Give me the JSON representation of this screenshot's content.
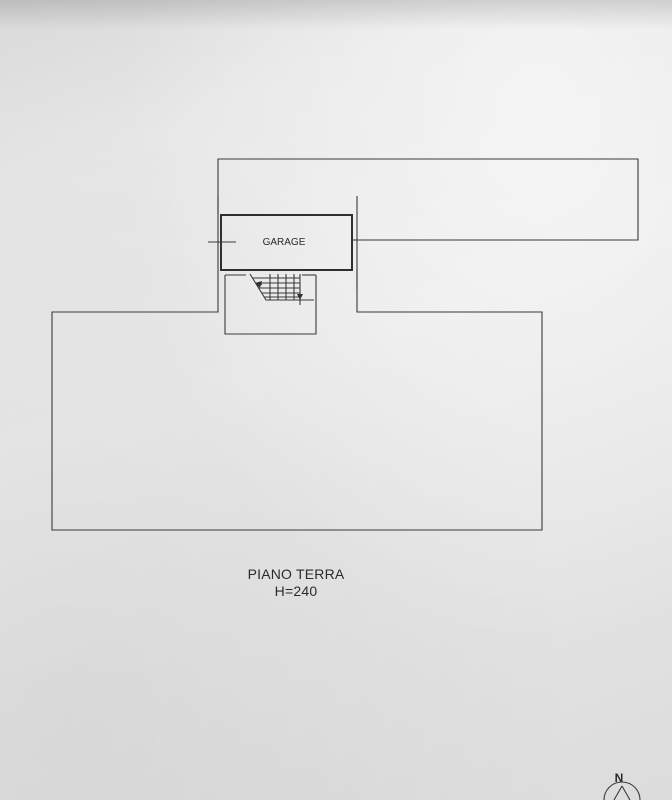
{
  "plan": {
    "room_label": "GARAGE",
    "floor_title": "PIANO TERRA",
    "height_label": "H=240",
    "north_label": "N"
  },
  "colors": {
    "paper": "#e6e6e6",
    "ink": "#333333"
  }
}
